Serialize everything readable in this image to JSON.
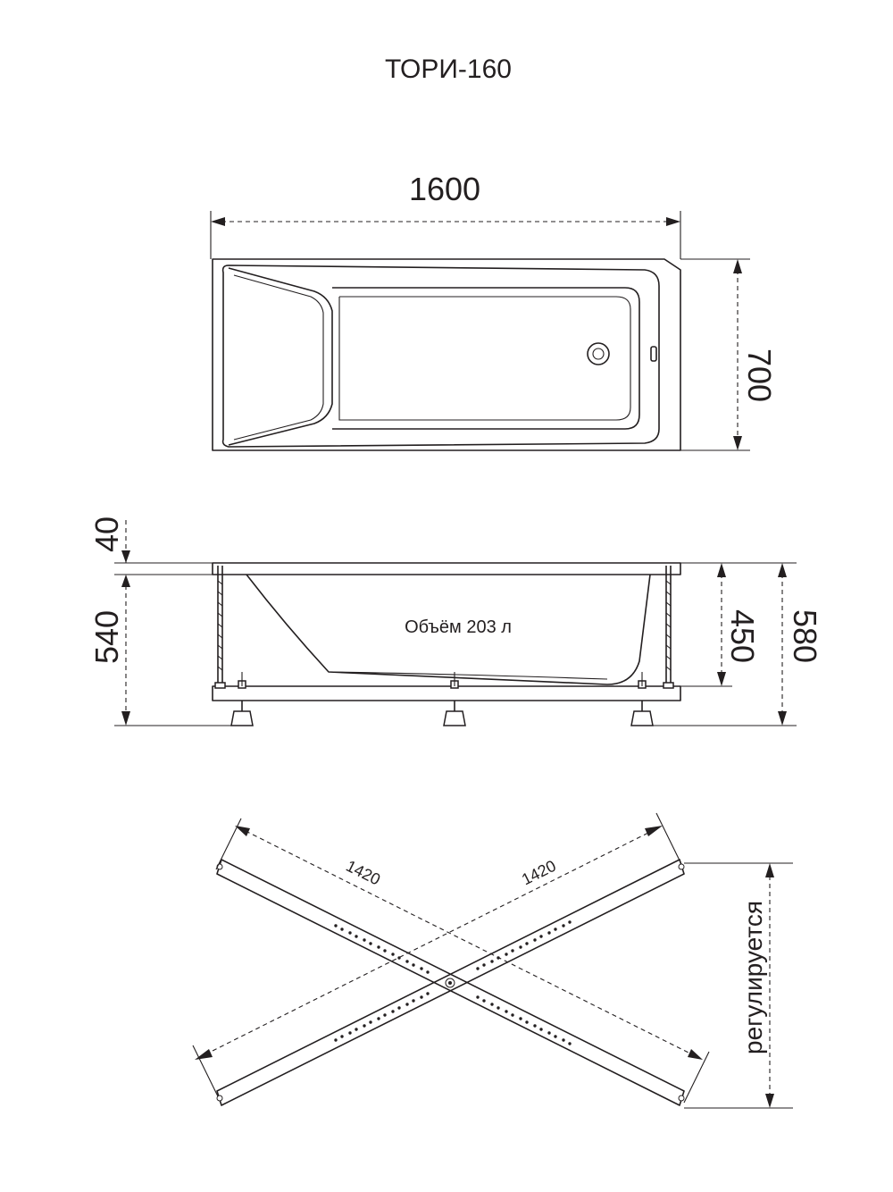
{
  "title": "ТОРИ-160",
  "top_view": {
    "length_label": "1600",
    "width_label": "700"
  },
  "side_view": {
    "rim_label": "40",
    "body_height_label": "540",
    "inner_depth_label": "450",
    "total_height_label": "580",
    "volume_label": "Объём 203 л"
  },
  "frame_view": {
    "bar_label_left": "1420",
    "bar_label_right": "1420",
    "adjustable_label": "регулируется"
  }
}
